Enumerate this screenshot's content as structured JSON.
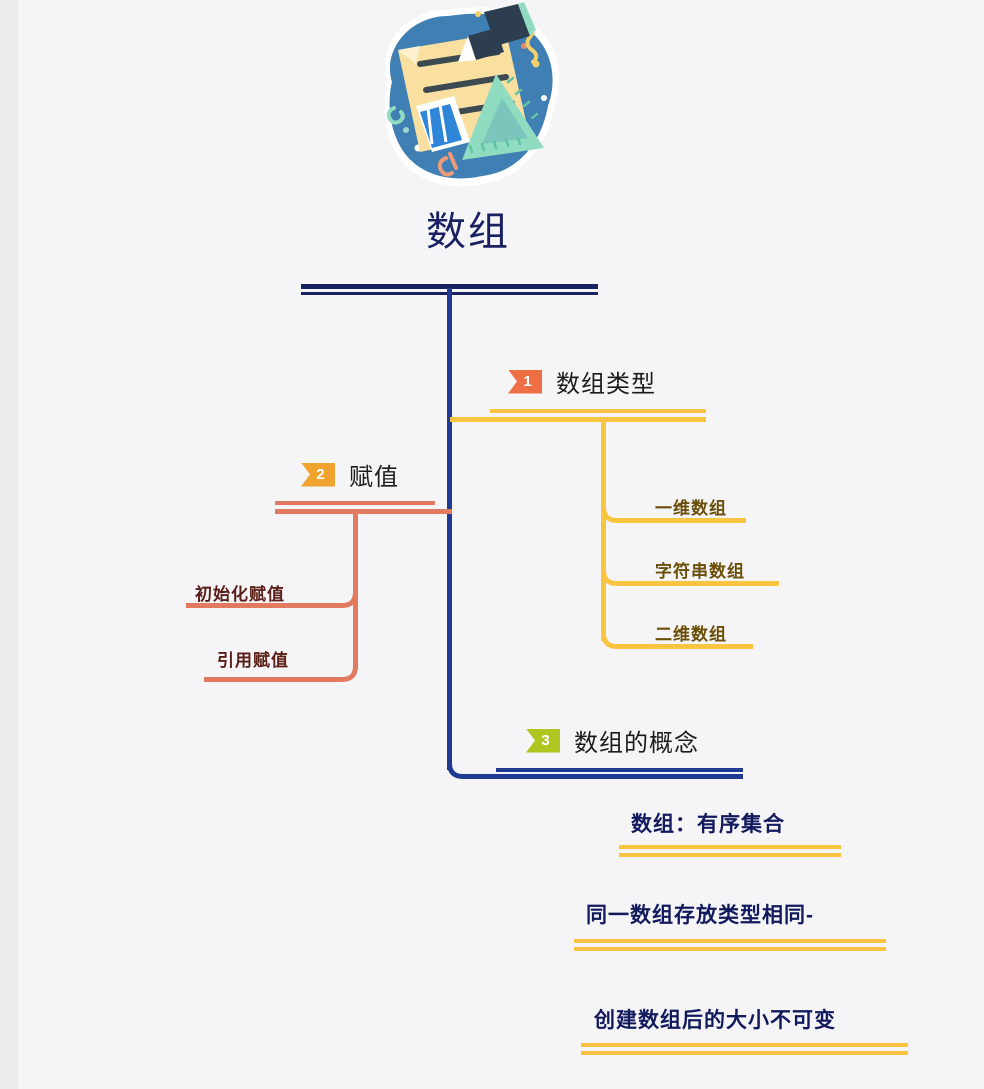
{
  "canvas": {
    "background": "#f5f4f6",
    "gutter_color": "#ececec"
  },
  "header": {
    "illustration_name": "study-supplies-illustration",
    "illustration_parts": [
      "blue-blob",
      "yellow-notepad",
      "dark-graduation-cap-pen",
      "green-triangle-ruler",
      "blue-book",
      "confetti-dots"
    ]
  },
  "root": {
    "title": "数组",
    "title_color": "#1a2162",
    "trunk_color": "#1f3a93"
  },
  "branches": [
    {
      "number": "1",
      "label": "数组类型",
      "badge_color": "#ef6f44",
      "line_color": "#f9c440",
      "text_color": "#6b4f07",
      "children": [
        {
          "label": "一维数组"
        },
        {
          "label": "字符串数组"
        },
        {
          "label": "二维数组"
        }
      ]
    },
    {
      "number": "2",
      "label": "赋值",
      "badge_color": "#f0a32e",
      "line_color": "#e27a5f",
      "text_color": "#5b1e16",
      "children": [
        {
          "label": "初始化赋值"
        },
        {
          "label": "引用赋值"
        }
      ]
    },
    {
      "number": "3",
      "label": "数组的概念",
      "badge_color": "#afc520",
      "line_color": "#1f3a93",
      "text_color": "#121a5e",
      "children": [
        {
          "label": "数组：有序集合"
        },
        {
          "label": "同一数组存放类型相同-"
        },
        {
          "label": "创建数组后的大小不可变"
        }
      ],
      "child_underline_color": "#f9c440"
    }
  ]
}
